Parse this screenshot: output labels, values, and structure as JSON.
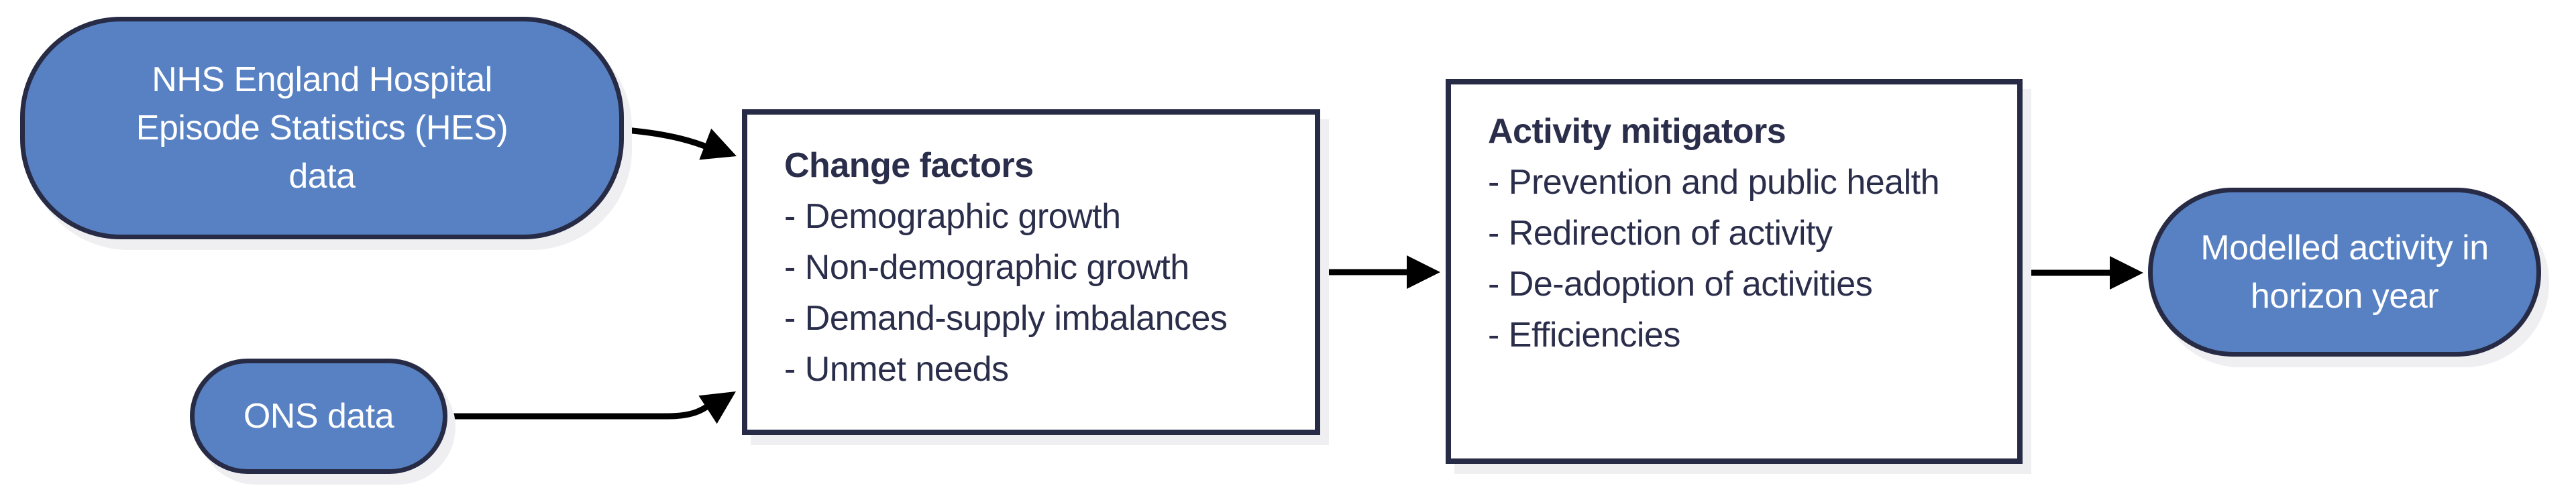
{
  "diagram": {
    "nodes": {
      "hes": {
        "label": "NHS England Hospital Episode Statistics (HES) data"
      },
      "ons": {
        "label": "ONS data"
      },
      "change_factors": {
        "title": "Change factors",
        "items": [
          "- Demographic growth",
          "- Non-demographic growth",
          "- Demand-supply imbalances",
          "- Unmet needs"
        ]
      },
      "activity_mitigators": {
        "title": "Activity mitigators",
        "items": [
          "- Prevention and public health",
          "- Redirection of activity",
          "- De-adoption of activities",
          "- Efficiencies"
        ]
      },
      "modelled_activity": {
        "label": "Modelled activity in horizon year"
      }
    },
    "edges": [
      {
        "from": "hes",
        "to": "change_factors"
      },
      {
        "from": "ons",
        "to": "change_factors"
      },
      {
        "from": "change_factors",
        "to": "activity_mitigators"
      },
      {
        "from": "activity_mitigators",
        "to": "modelled_activity"
      }
    ],
    "colors": {
      "node_fill": "#5781c2",
      "node_border": "#272b45",
      "node_text": "#ffffff",
      "panel_text": "#2b2e4b",
      "arrow": "#000000",
      "shadow": "#efeff1",
      "background": "#ffffff"
    }
  }
}
